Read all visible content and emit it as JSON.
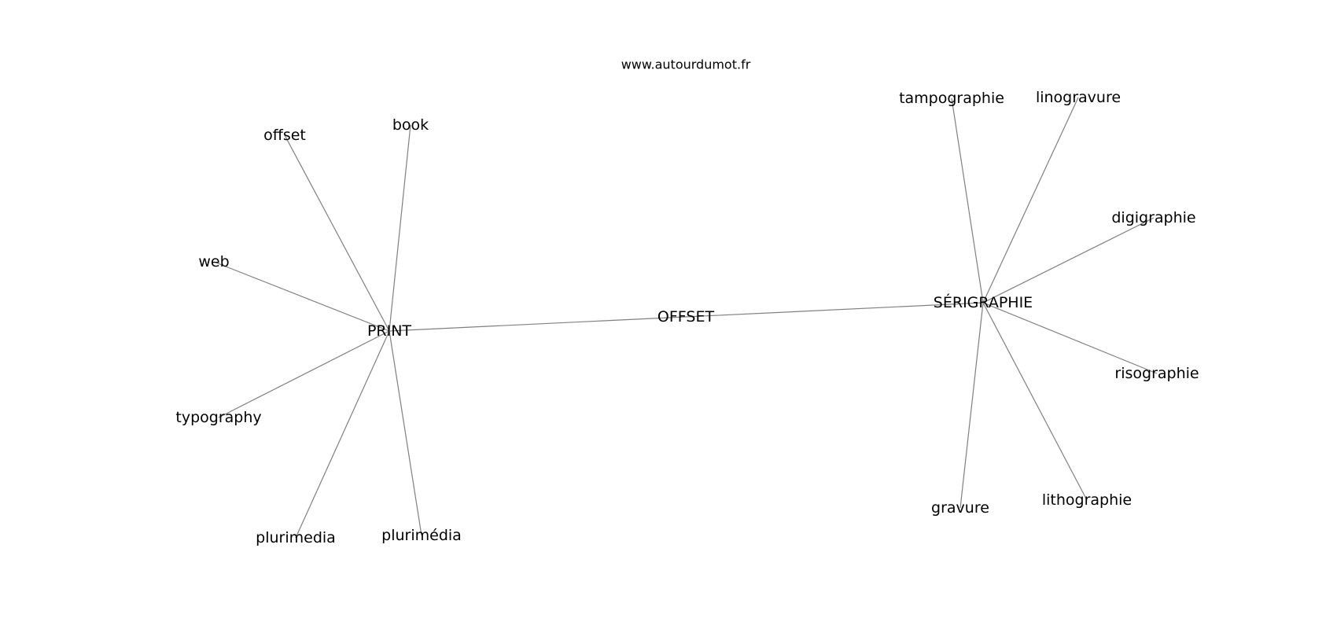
{
  "header": {
    "site": "www.autourdumot.fr"
  },
  "graph": {
    "edge_color": "#808080",
    "text_color": "#000000",
    "nodes": [
      {
        "id": "print",
        "label": "PRINT"
      },
      {
        "id": "offset_center",
        "label": "OFFSET"
      },
      {
        "id": "serigraphie",
        "label": "SÉRIGRAPHIE"
      },
      {
        "id": "offset",
        "label": "offset"
      },
      {
        "id": "book",
        "label": "book"
      },
      {
        "id": "web",
        "label": "web"
      },
      {
        "id": "typography",
        "label": "typography"
      },
      {
        "id": "plurimedia",
        "label": "plurimedia"
      },
      {
        "id": "plurimedia_accent",
        "label": "plurimédia"
      },
      {
        "id": "tampographie",
        "label": "tampographie"
      },
      {
        "id": "linogravure",
        "label": "linogravure"
      },
      {
        "id": "digigraphie",
        "label": "digigraphie"
      },
      {
        "id": "risographie",
        "label": "risographie"
      },
      {
        "id": "lithographie",
        "label": "lithographie"
      },
      {
        "id": "gravure",
        "label": "gravure"
      }
    ],
    "edges": [
      {
        "from": "print",
        "to": "offset_center"
      },
      {
        "from": "offset_center",
        "to": "serigraphie"
      },
      {
        "from": "print",
        "to": "offset"
      },
      {
        "from": "print",
        "to": "book"
      },
      {
        "from": "print",
        "to": "web"
      },
      {
        "from": "print",
        "to": "typography"
      },
      {
        "from": "print",
        "to": "plurimedia"
      },
      {
        "from": "print",
        "to": "plurimedia_accent"
      },
      {
        "from": "serigraphie",
        "to": "tampographie"
      },
      {
        "from": "serigraphie",
        "to": "linogravure"
      },
      {
        "from": "serigraphie",
        "to": "digigraphie"
      },
      {
        "from": "serigraphie",
        "to": "risographie"
      },
      {
        "from": "serigraphie",
        "to": "lithographie"
      },
      {
        "from": "serigraphie",
        "to": "gravure"
      }
    ]
  }
}
